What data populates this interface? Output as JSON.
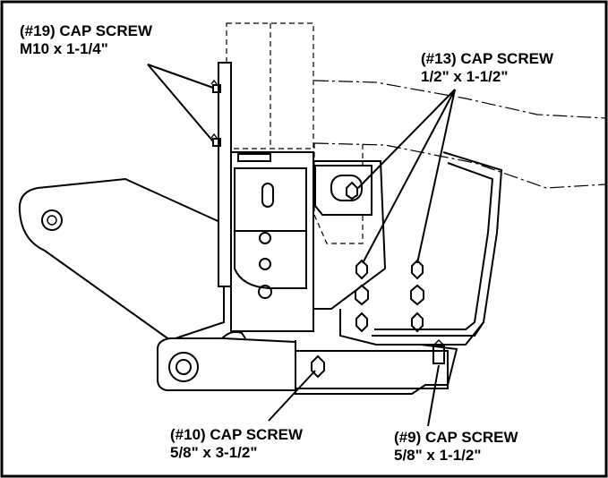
{
  "callouts": {
    "c19": {
      "part": "(#19) CAP SCREW",
      "size": "M10 x 1-1/4\""
    },
    "c13": {
      "part": "(#13) CAP SCREW",
      "size": "1/2\" x 1-1/2\""
    },
    "c10": {
      "part": "(#10) CAP SCREW",
      "size": "5/8\" x 3-1/2\""
    },
    "c9": {
      "part": "(#9) CAP SCREW",
      "size": "5/8\" x 1-1/2\""
    }
  },
  "colors": {
    "line": "#000000",
    "background": "#ffffff"
  }
}
